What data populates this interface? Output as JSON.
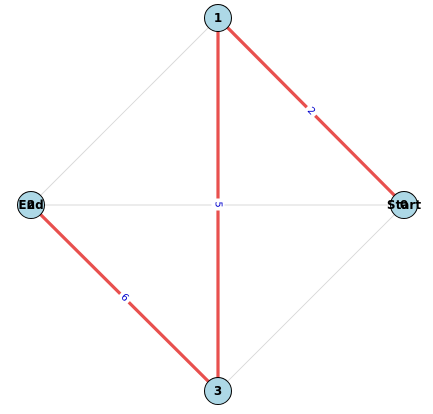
{
  "graph": {
    "nodes": [
      {
        "id": "1",
        "labels": [
          "1"
        ]
      },
      {
        "id": "0",
        "labels": [
          "0",
          "Start"
        ]
      },
      {
        "id": "3",
        "labels": [
          "3"
        ]
      },
      {
        "id": "2",
        "labels": [
          "2",
          "End"
        ]
      }
    ],
    "edges": [
      {
        "from": "1",
        "to": "0",
        "weight": "2",
        "highlighted": true
      },
      {
        "from": "1",
        "to": "3",
        "weight": "5",
        "highlighted": true
      },
      {
        "from": "2",
        "to": "3",
        "weight": "6",
        "highlighted": true
      },
      {
        "from": "1",
        "to": "2",
        "weight": "",
        "highlighted": false
      },
      {
        "from": "2",
        "to": "0",
        "weight": "",
        "highlighted": false
      },
      {
        "from": "3",
        "to": "0",
        "weight": "",
        "highlighted": false
      }
    ],
    "colors": {
      "node_fill": "#add8e6",
      "node_stroke": "#000000",
      "highlight_edge": "#e8504e",
      "plain_edge": "#d8d8d8",
      "weight_label": "#0000cd"
    }
  }
}
